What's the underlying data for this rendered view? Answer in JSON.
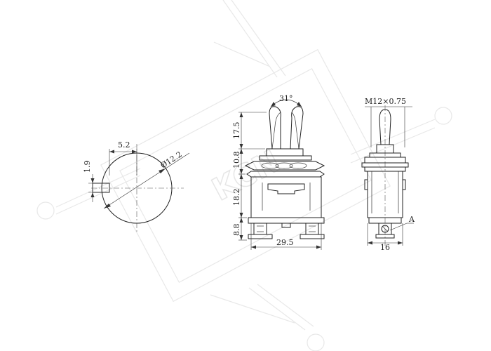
{
  "watermark": {
    "text": "KCN"
  },
  "dimensions": {
    "front_view": {
      "angle": "31°",
      "lever_height": "17.5",
      "bushing_height": "10.8",
      "body_height": "18.2",
      "terminal_height": "8.8",
      "width": "29.5"
    },
    "side_view": {
      "thread": "M12×0.75",
      "width": "16",
      "callout": "A"
    },
    "detail_view": {
      "key_width": "5.2",
      "key_depth": "1.9",
      "diameter": "Ø12.2"
    }
  }
}
